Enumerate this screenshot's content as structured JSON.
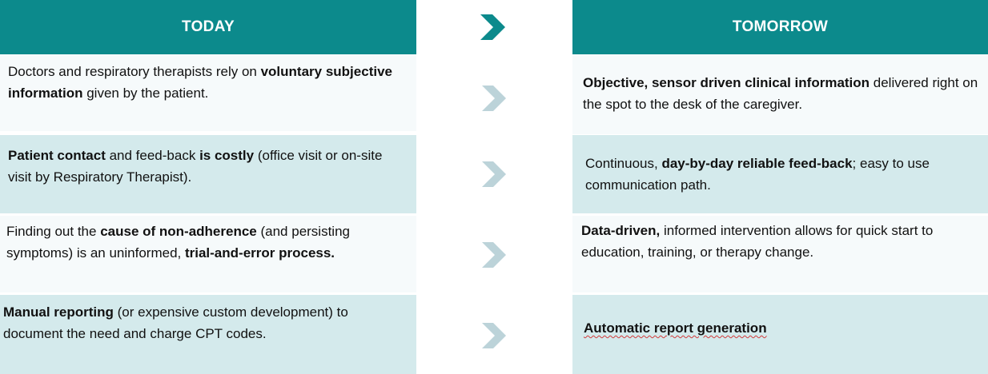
{
  "header": {
    "today": "TODAY",
    "tomorrow": "TOMORROW"
  },
  "colors": {
    "header_bg": "#0c8a8c",
    "row_light": "#f6fafb",
    "row_teal": "#d4eaec",
    "arrow_header": "#0c8a8c",
    "arrow_row": "#bcd3d9"
  },
  "icons": {
    "header_arrow": "chevron-right-icon",
    "row_arrow": "chevron-right-icon"
  },
  "rows": [
    {
      "today": [
        {
          "t": "Doctors and respiratory therapists rely on ",
          "b": false
        },
        {
          "t": "voluntary subjective information",
          "b": true
        },
        {
          "t": " given by the patient.",
          "b": false
        }
      ],
      "tomorrow": [
        {
          "t": "Objective, sensor driven clinical information",
          "b": true
        },
        {
          "t": " delivered right on the spot to the desk of the caregiver.",
          "b": false
        }
      ]
    },
    {
      "today": [
        {
          "t": "Patient contact",
          "b": true
        },
        {
          "t": " and feed-back ",
          "b": false
        },
        {
          "t": "is costly",
          "b": true
        },
        {
          "t": " (office visit or on-site visit by Respiratory Therapist).",
          "b": false
        }
      ],
      "tomorrow": [
        {
          "t": "Continuous, ",
          "b": false
        },
        {
          "t": "day-by-day reliable feed-back",
          "b": true
        },
        {
          "t": "; easy to use communication path.",
          "b": false
        }
      ]
    },
    {
      "today": [
        {
          "t": "Finding out the ",
          "b": false
        },
        {
          "t": "cause of non-adherence",
          "b": true
        },
        {
          "t": " (and persisting symptoms) is an uninformed, ",
          "b": false
        },
        {
          "t": "trial-and-error process.",
          "b": true
        }
      ],
      "tomorrow": [
        {
          "t": "Data-driven,",
          "b": true
        },
        {
          "t": " informed intervention allows for quick start to education, training, or therapy change.",
          "b": false
        }
      ]
    },
    {
      "today": [
        {
          "t": "Manual reporting",
          "b": true
        },
        {
          "t": " (or expensive custom development) to document the need and charge CPT codes.",
          "b": false
        }
      ],
      "tomorrow": [
        {
          "t": "Automatic report generation",
          "b": true,
          "squiggle": true
        }
      ]
    }
  ]
}
